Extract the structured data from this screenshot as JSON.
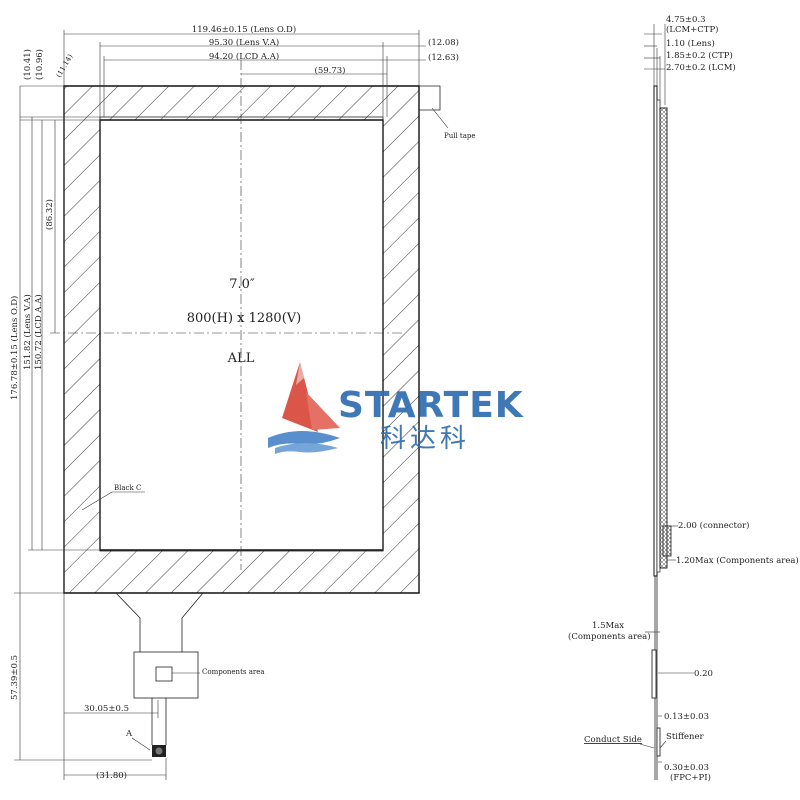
{
  "front_view": {
    "display_size": "7.0″",
    "resolution": "800(H)  x  1280(V)",
    "view_direction": "ALL",
    "lens_od_width": "119.46±0.15 (Lens O.D)",
    "lens_va_width": "95.30 (Lens V.A)",
    "lcd_aa_width": "94.20 (LCD A.A)",
    "right_gap_top": "(12.08)",
    "right_gap_lcd": "(12.63)",
    "center_offset": "(59.73)",
    "dim_1041": "(10.41)",
    "dim_1096": "(10.96)",
    "dim_1114": "(11.14)",
    "lens_od_height": "176.78±0.15 (Lens O.D)",
    "lens_va_height": "151.82 (Lens V.A)",
    "lcd_aa_height": "150.72 (LCD A.A)",
    "half_height": "(86.32)",
    "pull_tape": "Pull tape",
    "black_c": "Black C",
    "components_area": "Components area",
    "fpc_length": "57.39±0.5",
    "fpc_offset": "30.05±0.5",
    "fpc_pin": "A",
    "fpc_total": "(31.80)"
  },
  "side_view": {
    "t_total": "4.75±0.3",
    "t_total_sub": "(LCM+CTP)",
    "t_lens": "1.10 (Lens)",
    "t_ctp": "1.85±0.2 (CTP)",
    "t_lcm": "2.70±0.2  (LCM)",
    "connector": "2.00 (connector)",
    "components_max": "1.20Max (Components area)",
    "comp_15": "1.5Max",
    "comp_15_sub": "(Components area)",
    "t_020": "0.20",
    "t_013": "0.13±0.03",
    "conduct_side": "Conduct Side",
    "stiffener": "Stiffener",
    "t_030": "0.30±0.03",
    "t_030_sub": "(FPC+PI)"
  },
  "logo": {
    "name": "STARTEK",
    "cn": "科达科",
    "colors": {
      "blue": "#2f6db0",
      "red": "#d9473a",
      "wave": "#4a86c8"
    }
  }
}
